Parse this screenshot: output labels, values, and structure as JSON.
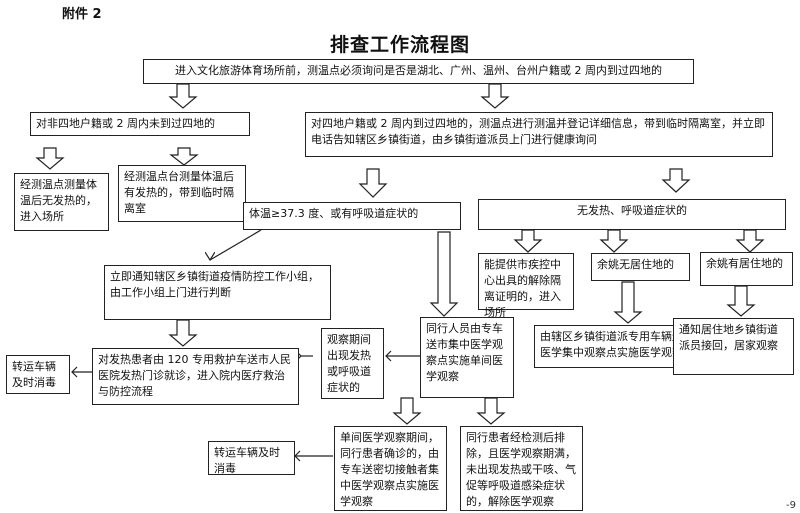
{
  "header": {
    "attachment": "附件 2",
    "title": "排查工作流程图",
    "corner_mark": "-9"
  },
  "nodes": {
    "top": "进入文化旅游体育场所前，测温点必须询问是否是湖北、广州、温州、台州户籍或 2 周内到过四地的",
    "non_region": "对非四地户籍或 2 周内未到过四地的",
    "region": "对四地户籍或 2 周内到过四地的，测温点进行测温并登记详细信息，带到临时隔离室，并立即电话告知辖区乡镇街道，由乡镇街道派员上门进行健康询问",
    "temp_normal_enter": "经测温点测量体温后无发热的，进入场所",
    "temp_fever_isolate": "经测温点台测量体温后有发热的，带到临时隔离室",
    "fever_symptom": "体温≥37.3 度、或有呼吸道症状的",
    "no_fever": "无发热、呼吸道症状的",
    "cert_enter": "能提供市疾控中心出具的解除隔离证明的，进入场所",
    "no_residence": "余姚无居住地的",
    "has_residence": "余姚有居住地的",
    "notify_group": "立即通知辖区乡镇街道疫情防控工作小组，由工作小组上门进行判断",
    "central_observe": "由辖区乡镇街道派专用车辆送医学集中观察点实施医学观察",
    "home_observe": "通知居住地乡镇街道派员接回，居家观察",
    "disinfect_1": "转运车辆及时消毒",
    "fever_patient": "对发热患者由 120 专用救护车送市人民医院发热门诊就诊，进入院内医疗救治与防控流程",
    "observe_symptom": "观察期间出现发热或呼吸道症状的",
    "companions": "同行人员由专车送市集中医学观察点实施单间医学观察",
    "single_observe": "单间医学观察期间，同行患者确诊的，由专车送密切接触者集中医学观察点实施医学观察",
    "excluded": "同行患者经检测后排除，且医学观察期满，未出现发热或干咳、气促等呼吸道感染症状的，解除医学观察",
    "disinfect_2": "转运车辆及时消毒"
  }
}
